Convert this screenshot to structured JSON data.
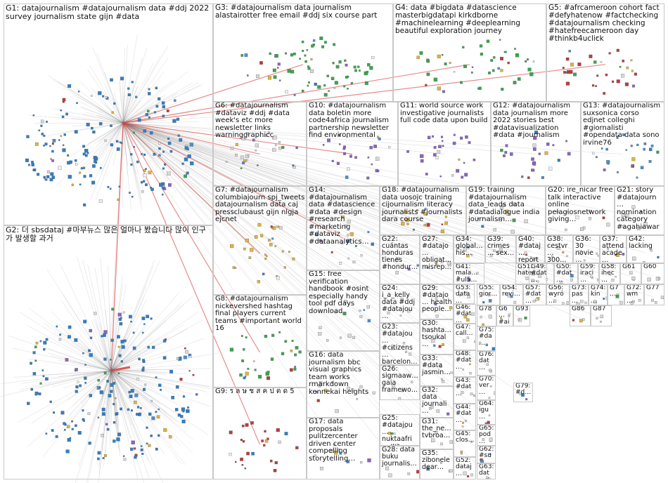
{
  "colors": {
    "edge": "#7a7a7a",
    "edge_highlight": "#e03a3a",
    "border": "#c8c8c8",
    "label": "#111111",
    "node_palette": [
      "#2e7fc9",
      "#3aa64a",
      "#d9d9d9",
      "#8a63c7",
      "#e0b43a",
      "#c03a3a",
      "#4a8fcf",
      "#f0f0f0"
    ]
  },
  "groups": [
    {
      "id": "G1",
      "label": "G1: datajournalism #datajournalism data #ddj 2022 survey journalism state gijn #data",
      "color": "#2e7fc9"
    },
    {
      "id": "G2",
      "label": "G2: 더 sbsdataj #마부뉴스 많은 얼마나 봤습니다 많이 인구가 발생할 과거",
      "color": "#2e7fc9"
    },
    {
      "id": "G3",
      "label": "G3: #datajournalism data journalism alastairotter free email #ddj six course part",
      "color": "#3aa64a"
    },
    {
      "id": "G4",
      "label": "G4: data #bigdata #datascience masterbigdatapi kirkdborne #machinelearning #deeplearning beautiful exploration journey",
      "color": "#3aa64a"
    },
    {
      "id": "G5",
      "label": "G5: #afrcameroon cohort fact #defyhatenow #factchecking #datajournalism checking #hatefreecameroon day #thinkb4uclick",
      "color": "#c03a3a"
    },
    {
      "id": "G6",
      "label": "G6: #datajournalism #dataviz #ddj #data week's etc more newsletter links warninggraphicc",
      "color": "#d9d9d9"
    },
    {
      "id": "G10",
      "label": "G10: #datajournalism data boletin more code4africa journalism partnership newsletter find environmental",
      "color": "#8a63c7"
    },
    {
      "id": "G11",
      "label": "G11: world source work investigative journalists full code data upon build",
      "color": "#8a63c7"
    },
    {
      "id": "G12",
      "label": "G12: #datajournalism data journalism more 2022 stories best #datavisualization #data #journalism",
      "color": "#8a63c7"
    },
    {
      "id": "G13",
      "label": "G13: #datajournalism suxsonica corso edjnet colleghi #giornalisti #opendata data sono irvine76",
      "color": "#4a8fcf"
    },
    {
      "id": "G7",
      "label": "G7: #datajournalism columbiajourn spj_tweets datajournalism data caj pressclubaust gijn nlgja ejcnet",
      "color": "#e0b43a"
    },
    {
      "id": "G14",
      "label": "G14: #datajournalism data #datascience #data #design #research #marketing #dataviz #dataanalytics…",
      "color": "#d9d9d9"
    },
    {
      "id": "G18",
      "label": "G18: #datajournalism data uosojc training cijournalism literacy journalists #journalists dara course",
      "color": "#e0b43a"
    },
    {
      "id": "G19",
      "label": "G19: training #datajournalism data_leads data #datadialogue india journalism…",
      "color": "#d9d9d9"
    },
    {
      "id": "G20",
      "label": "G20: ire_nicar free talk interactive online pelagiosnetwork giving…",
      "color": "#d9d9d9"
    },
    {
      "id": "G21",
      "label": "G21: story #datajourn… nomination category #agahiawar…",
      "color": "#d9d9d9"
    },
    {
      "id": "G22",
      "label": "G22: cuántas honduras tienes #hondur…",
      "color": "#d9d9d9"
    },
    {
      "id": "G27",
      "label": "G27: #datajo… obligat… misrep…",
      "color": "#d9d9d9"
    },
    {
      "id": "G34",
      "label": "G34: global… his…",
      "color": "#d9d9d9"
    },
    {
      "id": "G39",
      "label": "G39: crimes… sex…",
      "color": "#d9d9d9"
    },
    {
      "id": "G40",
      "label": "G40: #dataj… report…",
      "color": "#d9d9d9"
    },
    {
      "id": "G38",
      "label": "G38: cestvr… 300…",
      "color": "#d9d9d9"
    },
    {
      "id": "G36",
      "label": "G36: 30 novie… #ddj…",
      "color": "#d9d9d9"
    },
    {
      "id": "G37",
      "label": "G37: attend acade… drnm…",
      "color": "#d9d9d9"
    },
    {
      "id": "G42",
      "label": "G42: lacking",
      "color": "#d9d9d9"
    },
    {
      "id": "G8",
      "label": "G8: #datajournalism nickevershed hashtag final players current teams #important world 16",
      "color": "#3aa64a"
    },
    {
      "id": "G15",
      "label": "G15: free verification handbook #osint especially handy tool pdf days download",
      "color": "#d9d9d9"
    },
    {
      "id": "G24",
      "label": "G24: i_a_kelly data #ddj #datajou…",
      "color": "#d9d9d9"
    },
    {
      "id": "G29",
      "label": "G29: #datajo… health people…",
      "color": "#d9d9d9"
    },
    {
      "id": "G41",
      "label": "G41: mala… #ul5…",
      "color": "#d9d9d9"
    },
    {
      "id": "G53",
      "label": "G53: data…",
      "color": "#d9d9d9"
    },
    {
      "id": "G51",
      "label": "G51: hate…",
      "color": "#d9d9d9"
    },
    {
      "id": "G49",
      "label": "G49: #dat…",
      "color": "#d9d9d9"
    },
    {
      "id": "G50",
      "label": "G50: #dat…",
      "color": "#d9d9d9"
    },
    {
      "id": "G59",
      "label": "G59: iraci…",
      "color": "#d9d9d9"
    },
    {
      "id": "G58",
      "label": "G58: ihec…",
      "color": "#d9d9d9"
    },
    {
      "id": "G61",
      "label": "G61",
      "color": "#d9d9d9"
    },
    {
      "id": "G60",
      "label": "G60",
      "color": "#d9d9d9"
    },
    {
      "id": "G9",
      "label": "G9: ร ล ษ ช ส ค ป ต ด 5",
      "color": "#c03a3a"
    },
    {
      "id": "G16",
      "label": "G16: data journalism bbc visual graphics team works rmarkdown kennekai heights",
      "color": "#d9d9d9"
    },
    {
      "id": "G17",
      "label": "G17: data proposals pulitzercenter driven center compelling storytelling…",
      "color": "#d9d9d9"
    },
    {
      "id": "G23",
      "label": "G23: #datajou… #citizens… barcelon…",
      "color": "#d9d9d9"
    },
    {
      "id": "G26",
      "label": "G26: sigmaaw… gaia framewo…",
      "color": "#d9d9d9"
    },
    {
      "id": "G25",
      "label": "G25: #datajou… nuktaafri… wa data…",
      "color": "#d9d9d9"
    },
    {
      "id": "G28",
      "label": "G28: data buku journalis…",
      "color": "#d9d9d9"
    },
    {
      "id": "G30",
      "label": "G30: hashta… tsoukal…",
      "color": "#d9d9d9"
    },
    {
      "id": "G33",
      "label": "G33: #data jasmin…",
      "color": "#d9d9d9"
    },
    {
      "id": "G32",
      "label": "G32: data journali…",
      "color": "#d9d9d9"
    },
    {
      "id": "G31",
      "label": "G31: the_ne… tvbroa…",
      "color": "#d9d9d9"
    },
    {
      "id": "G35",
      "label": "G35: zibonele dear…",
      "color": "#d9d9d9"
    },
    {
      "id": "G46",
      "label": "G46: #dat…",
      "color": "#d9d9d9"
    },
    {
      "id": "G47",
      "label": "G47: call…",
      "color": "#d9d9d9"
    },
    {
      "id": "G48",
      "label": "G48: #dat…",
      "color": "#d9d9d9"
    },
    {
      "id": "G43",
      "label": "G43: #dat…",
      "color": "#d9d9d9"
    },
    {
      "id": "G44",
      "label": "G44: #dat…",
      "color": "#d9d9d9"
    },
    {
      "id": "G45",
      "label": "G45: clos…",
      "color": "#d9d9d9"
    },
    {
      "id": "G52",
      "label": "G52: dataj…",
      "color": "#d9d9d9"
    },
    {
      "id": "G55",
      "label": "G55: gior…",
      "color": "#d9d9d9"
    },
    {
      "id": "G54",
      "label": "G54: revi…",
      "color": "#d9d9d9"
    },
    {
      "id": "G57",
      "label": "G57: #dat…",
      "color": "#d9d9d9"
    },
    {
      "id": "G56",
      "label": "G56: wyró…",
      "color": "#d9d9d9"
    },
    {
      "id": "G73",
      "label": "G73: pas…",
      "color": "#d9d9d9"
    },
    {
      "id": "G74",
      "label": "G74: kin…",
      "color": "#d9d9d9"
    },
    {
      "id": "G7x",
      "label": "G7…",
      "color": "#d9d9d9"
    },
    {
      "id": "G72",
      "label": "G72: wm…",
      "color": "#d9d9d9"
    },
    {
      "id": "G77",
      "label": "G77",
      "color": "#d9d9d9"
    },
    {
      "id": "G78",
      "label": "G78",
      "color": "#d9d9d9"
    },
    {
      "id": "G93",
      "label": "G93",
      "color": "#d9d9d9"
    },
    {
      "id": "G6x",
      "label": "G6… #ai…",
      "color": "#d9d9d9"
    },
    {
      "id": "G86",
      "label": "G86",
      "color": "#d9d9d9"
    },
    {
      "id": "G87",
      "label": "G87",
      "color": "#d9d9d9"
    },
    {
      "id": "G75",
      "label": "G75: #da…",
      "color": "#d9d9d9"
    },
    {
      "id": "G76",
      "label": "G76: dat…",
      "color": "#d9d9d9"
    },
    {
      "id": "G70",
      "label": "G70: ver…",
      "color": "#d9d9d9"
    },
    {
      "id": "G64",
      "label": "G64: igu…",
      "color": "#d9d9d9"
    },
    {
      "id": "G65",
      "label": "G65: pod…",
      "color": "#d9d9d9"
    },
    {
      "id": "G62",
      "label": "G62: #su…",
      "color": "#d9d9d9"
    },
    {
      "id": "G63",
      "label": "G63: dat…",
      "color": "#d9d9d9"
    },
    {
      "id": "G79",
      "label": "G79: #d…",
      "color": "#d9d9d9"
    }
  ]
}
